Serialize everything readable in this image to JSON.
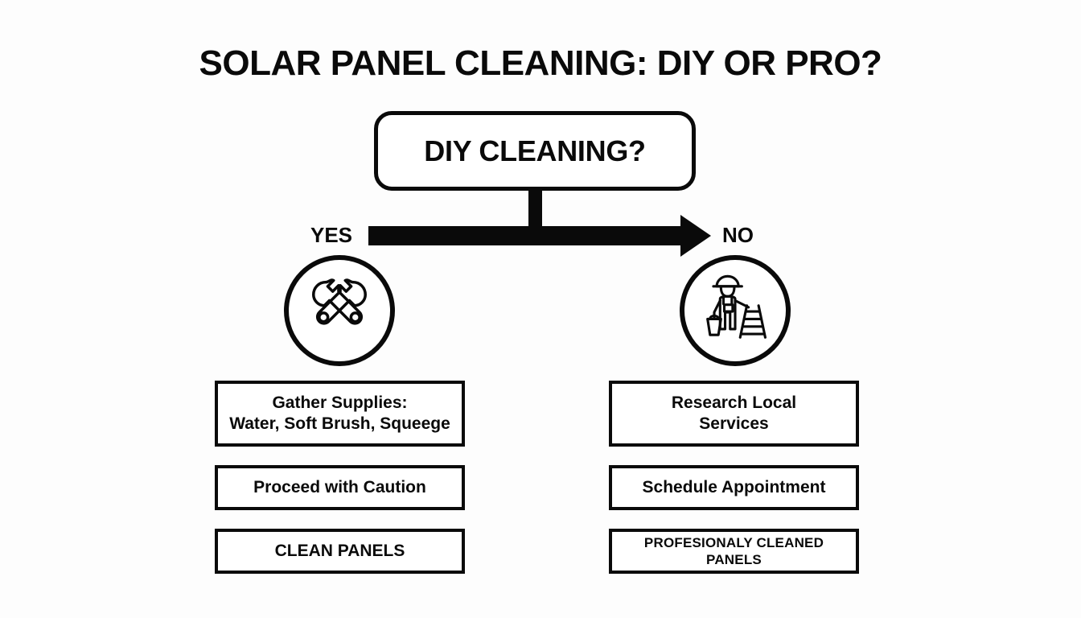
{
  "page": {
    "title": "SOLAR PANEL CLEANING: DIY OR PRO?",
    "background_color": "#fdfdfd",
    "ink_color": "#0a0a0a"
  },
  "flowchart": {
    "decision": {
      "label": "DIY CLEANING?",
      "shape": "rounded-rectangle"
    },
    "branches": {
      "yes_label": "YES",
      "no_label": "NO"
    },
    "left_branch": {
      "icon_name": "crossed-wrenches-icon",
      "steps": [
        {
          "line1": "Gather Supplies:",
          "line2": "Water, Soft Brush, Squeege"
        },
        {
          "line1": "Proceed with Caution",
          "line2": ""
        },
        {
          "line1": "CLEAN PANELS",
          "line2": ""
        }
      ]
    },
    "right_branch": {
      "icon_name": "worker-with-ladder-icon",
      "steps": [
        {
          "line1": "Research Local",
          "line2": "Services"
        },
        {
          "line1": "Schedule Appointment",
          "line2": ""
        },
        {
          "line1": "PROFESIONALY CLEANED PANELS",
          "line2": ""
        }
      ]
    }
  }
}
